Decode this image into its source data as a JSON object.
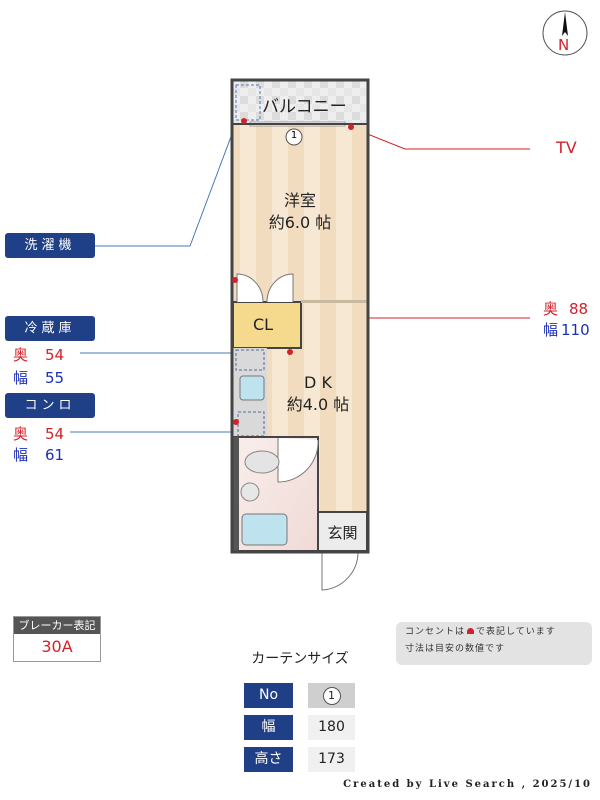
{
  "compass": {
    "label": "N"
  },
  "rooms": {
    "balcony": "バルコニー",
    "western_room": {
      "name": "洋室",
      "size": "約6.0 帖"
    },
    "closet": "CL",
    "dk": {
      "name": "D K",
      "size": "約4.0 帖"
    },
    "entrance": "玄関",
    "curtain_marker": "1"
  },
  "callouts": {
    "washer": {
      "label": "洗濯機"
    },
    "tv": {
      "label": "TV"
    },
    "closet_dims": {
      "depth_label": "奥",
      "depth": "88",
      "width_label": "幅",
      "width": "110"
    },
    "fridge": {
      "label": "冷蔵庫",
      "depth_label": "奥",
      "depth": "54",
      "width_label": "幅",
      "width": "55"
    },
    "stove": {
      "label": "コンロ",
      "depth_label": "奥",
      "depth": "54",
      "width_label": "幅",
      "width": "61"
    }
  },
  "breaker": {
    "title": "ブレーカー表記",
    "value": "30A"
  },
  "curtain": {
    "title": "カーテンサイズ",
    "rows": [
      {
        "label": "No",
        "value": "1"
      },
      {
        "label": "幅",
        "value": "180"
      },
      {
        "label": "高さ",
        "value": "173"
      }
    ]
  },
  "note": {
    "line1_pre": "コンセントは",
    "line1_post": "で表記しています",
    "line2": "寸法は目安の数値です"
  },
  "credit": "Created by Live Search , 2025/10",
  "colors": {
    "navy": "#1f3f87",
    "outlet_red": "#d3212a",
    "floor": "#f1dcc0",
    "closet": "#f5d98c"
  }
}
